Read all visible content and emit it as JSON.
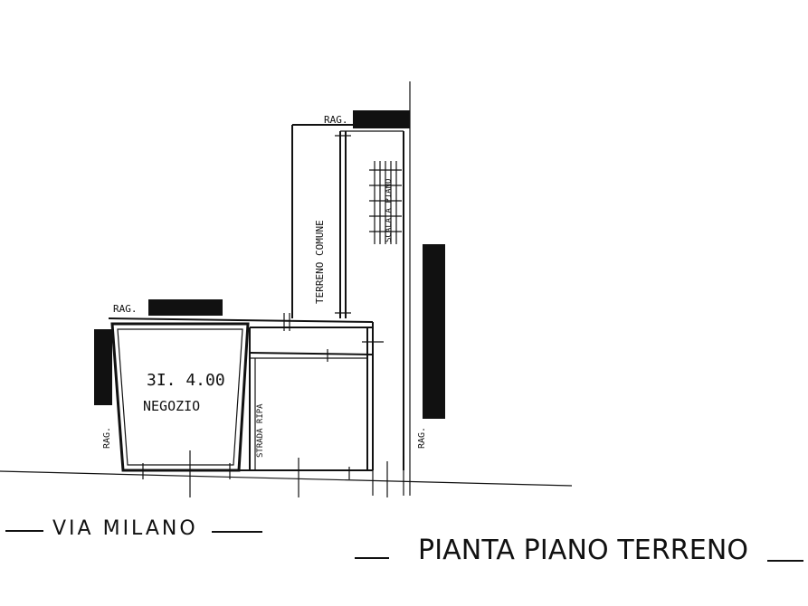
{
  "labels": {
    "area": "3I. 4.00",
    "room": "NEGOZIO",
    "corridor": "TERRENO COMUNE",
    "shaft": "SCALA A PIANO",
    "wall_note": "STRADA RIPA",
    "rag_top": "RAG.",
    "rag_left": "RAG.",
    "rag_side": "RAG.",
    "rag_right": "RAG."
  },
  "captions": {
    "street": "VIA MILANO",
    "title": "PIANTA PIANO TERRENO"
  }
}
